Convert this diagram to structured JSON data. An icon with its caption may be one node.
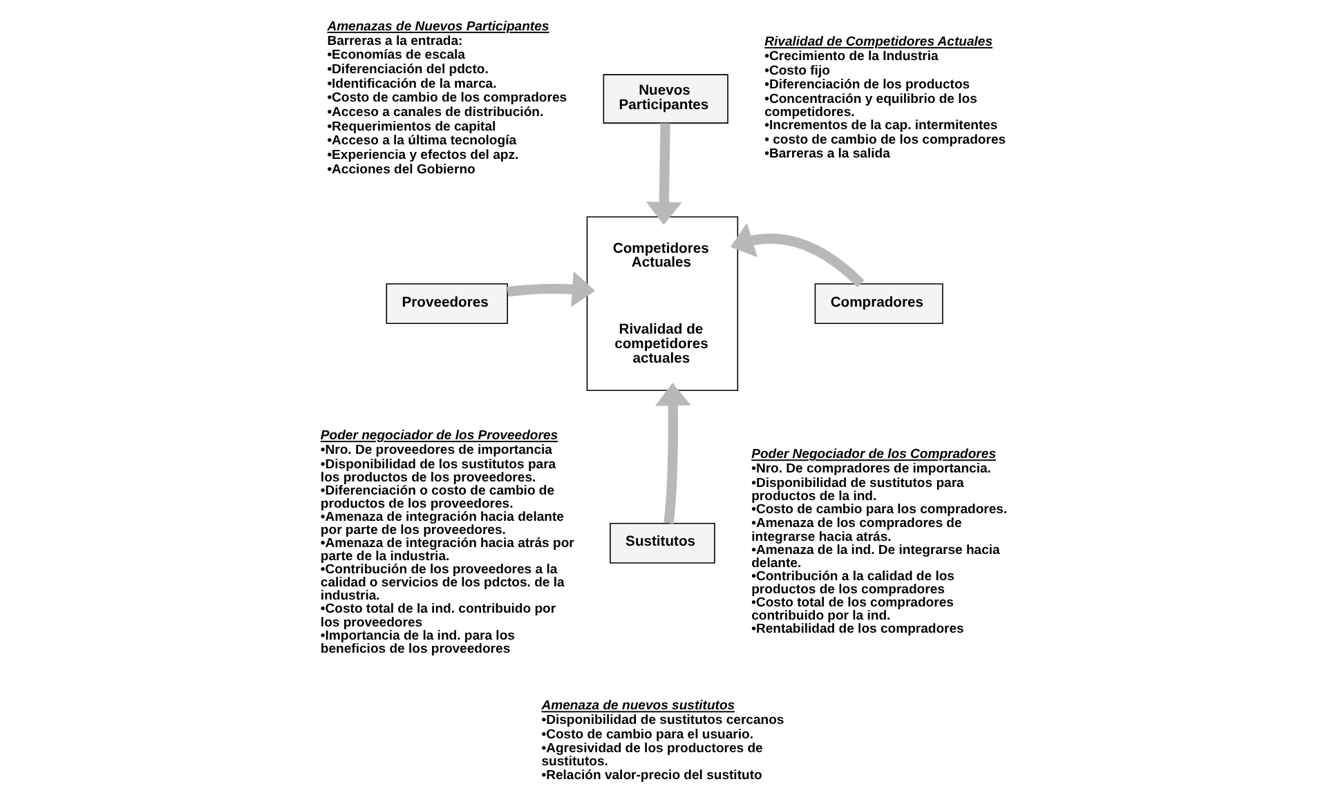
{
  "diagram": {
    "nodes": [
      {
        "text": [
          "Nuevos Participantes"
        ],
        "beside": [
          "Amenazas de Nuevos Participantes",
          "Barreras a la entrada:",
          "•Economías de escala",
          "•Diferenciación del pdcto.",
          "•Identificación de la marca.",
          "•Costo de cambio de los compradores",
          "•Acceso a canales de distribución.",
          "•Requerimientos de capital",
          "•Acceso a la última tecnología",
          "•Experiencia y efectos del apz.",
          "•Acciones del Gobierno"
        ]
      },
      {
        "text": [
          "Competidores Actuales",
          "Rivalidad de competidores actuales"
        ],
        "beside": [
          "Rivalidad de Competidores Actuales",
          "•Crecimiento de la Industria",
          "•Costo fijo",
          "•Diferenciación de los productos",
          "•Concentración y equilibrio de los competidores.",
          "•Incrementos de la cap. intermitentes",
          "• costo de cambio de los compradores",
          "•Barreras a la salida"
        ]
      },
      {
        "text": [
          "Compradores"
        ],
        "beside": [
          "Poder Negociador de los Compradores",
          "•Nro. De compradores de importancia.",
          "•Disponibilidad de sustitutos para productos de la ind.",
          "•Costo de cambio para los compradores.",
          "•Amenaza de los compradores de integrarse hacia atrás.",
          "•Amenaza de la ind. De integrarse hacia delante.",
          "•Contribución a la calidad de los productos de los compradores",
          "•Costo total de los compradores contribuido por la ind.",
          "•Rentabilidad de los compradores"
        ]
      },
      {
        "text": [
          "Proveedores"
        ],
        "beside": [
          "Poder negociador de los Proveedores",
          "•Nro. De proveedores de importancia",
          "•Disponibilidad de los sustitutos para los productos de los proveedores.",
          "•Diferenciación o costo de cambio de productos de los proveedores.",
          "•Amenaza de integración hacia delante por parte de los proveedores.",
          "•Amenaza de integración hacia atrás por parte de la industria.",
          "•Contribución de los proveedores a la calidad o servicios de los pdctos. de la industria.",
          "•Costo total de la ind. contribuido por los proveedores",
          "•Importancia de la ind. para los beneficios de los proveedores"
        ]
      },
      {
        "text": [
          "Sustitutos"
        ],
        "beside": [
          "Amenaza de nuevos sustitutos",
          "•Disponibilidad de sustitutos cercanos",
          "•Costo de cambio para el usuario.",
          "•Agresividad de los productores de sustitutos.",
          "•Relación valor-precio del sustituto"
        ]
      }
    ],
    "edges": [
      {
        "from": 0,
        "to": 1,
        "arrow": "to"
      },
      {
        "from": 3,
        "to": 1,
        "arrow": "to"
      },
      {
        "from": 2,
        "to": 1,
        "arrow": "to"
      },
      {
        "from": 4,
        "to": 1,
        "arrow": "to"
      }
    ]
  }
}
